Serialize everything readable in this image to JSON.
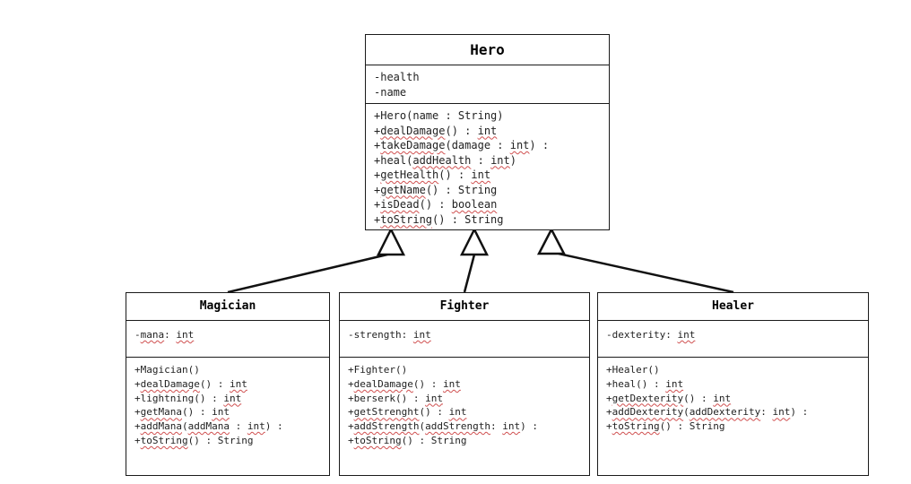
{
  "diagram": {
    "hero": {
      "name": "Hero",
      "attributes": [
        [
          {
            "t": "-health"
          }
        ],
        [
          {
            "t": "-name"
          }
        ]
      ],
      "methods": [
        [
          {
            "t": "+Hero(name : String)"
          }
        ],
        [
          {
            "t": "+"
          },
          {
            "t": "dealDamage",
            "sq": true
          },
          {
            "t": "() : "
          },
          {
            "t": "int",
            "sq": true
          }
        ],
        [
          {
            "t": "+"
          },
          {
            "t": "takeDamage",
            "sq": true
          },
          {
            "t": "(damage : "
          },
          {
            "t": "int",
            "sq": true
          },
          {
            "t": ") :"
          }
        ],
        [
          {
            "t": "+heal("
          },
          {
            "t": "addHealth",
            "sq": true
          },
          {
            "t": " : "
          },
          {
            "t": "int",
            "sq": true
          },
          {
            "t": ")"
          }
        ],
        [
          {
            "t": "+"
          },
          {
            "t": "getHealth",
            "sq": true
          },
          {
            "t": "() : "
          },
          {
            "t": "int",
            "sq": true
          }
        ],
        [
          {
            "t": "+"
          },
          {
            "t": "getName",
            "sq": true
          },
          {
            "t": "() : String"
          }
        ],
        [
          {
            "t": "+"
          },
          {
            "t": "isDead",
            "sq": true
          },
          {
            "t": "() : "
          },
          {
            "t": "boolean",
            "sq": true
          }
        ],
        [
          {
            "t": "+"
          },
          {
            "t": "toString",
            "sq": true
          },
          {
            "t": "() : String"
          }
        ]
      ]
    },
    "magician": {
      "name": "Magician",
      "attributes": [
        [
          {
            "t": "-"
          },
          {
            "t": "mana",
            "sq": true
          },
          {
            "t": ": "
          },
          {
            "t": "int",
            "sq": true
          }
        ]
      ],
      "methods": [
        [
          {
            "t": "+Magician()"
          }
        ],
        [
          {
            "t": "+"
          },
          {
            "t": "dealDamage",
            "sq": true
          },
          {
            "t": "() : "
          },
          {
            "t": "int",
            "sq": true
          }
        ],
        [
          {
            "t": "+lightning() : "
          },
          {
            "t": "int",
            "sq": true
          }
        ],
        [
          {
            "t": "+"
          },
          {
            "t": "getMana",
            "sq": true
          },
          {
            "t": "() : "
          },
          {
            "t": "int",
            "sq": true
          }
        ],
        [
          {
            "t": "+"
          },
          {
            "t": "addMana",
            "sq": true
          },
          {
            "t": "("
          },
          {
            "t": "addMana",
            "sq": true
          },
          {
            "t": " : "
          },
          {
            "t": "int",
            "sq": true
          },
          {
            "t": ") :"
          }
        ],
        [
          {
            "t": "+"
          },
          {
            "t": "toString",
            "sq": true
          },
          {
            "t": "() : String"
          }
        ]
      ]
    },
    "fighter": {
      "name": "Fighter",
      "attributes": [
        [
          {
            "t": "-strength: "
          },
          {
            "t": "int",
            "sq": true
          }
        ]
      ],
      "methods": [
        [
          {
            "t": "+Fighter()"
          }
        ],
        [
          {
            "t": "+"
          },
          {
            "t": "dealDamage",
            "sq": true
          },
          {
            "t": "() : "
          },
          {
            "t": "int",
            "sq": true
          }
        ],
        [
          {
            "t": "+berserk() : "
          },
          {
            "t": "int",
            "sq": true
          }
        ],
        [
          {
            "t": "+"
          },
          {
            "t": "getStrenght",
            "sq": true
          },
          {
            "t": "() : "
          },
          {
            "t": "int",
            "sq": true
          }
        ],
        [
          {
            "t": "+"
          },
          {
            "t": "addStrength",
            "sq": true
          },
          {
            "t": "("
          },
          {
            "t": "addStrength",
            "sq": true
          },
          {
            "t": ": "
          },
          {
            "t": "int",
            "sq": true
          },
          {
            "t": ") :"
          }
        ],
        [
          {
            "t": "+"
          },
          {
            "t": "toString",
            "sq": true
          },
          {
            "t": "() : String"
          }
        ]
      ]
    },
    "healer": {
      "name": "Healer",
      "attributes": [
        [
          {
            "t": "-dexterity: "
          },
          {
            "t": "int",
            "sq": true
          }
        ]
      ],
      "methods": [
        [
          {
            "t": "+Healer()"
          }
        ],
        [
          {
            "t": "+heal() : "
          },
          {
            "t": "int",
            "sq": true
          }
        ],
        [
          {
            "t": "+"
          },
          {
            "t": "getDexterity",
            "sq": true
          },
          {
            "t": "() : "
          },
          {
            "t": "int",
            "sq": true
          }
        ],
        [
          {
            "t": "+"
          },
          {
            "t": "addDexterity",
            "sq": true
          },
          {
            "t": "("
          },
          {
            "t": "addDexterity",
            "sq": true
          },
          {
            "t": ": "
          },
          {
            "t": "int",
            "sq": true
          },
          {
            "t": ") :"
          }
        ],
        [
          {
            "t": "+"
          },
          {
            "t": "toString",
            "sq": true
          },
          {
            "t": "() : String"
          }
        ]
      ]
    },
    "relations": [
      {
        "type": "inheritance",
        "from": "magician",
        "to": "hero"
      },
      {
        "type": "inheritance",
        "from": "fighter",
        "to": "hero"
      },
      {
        "type": "inheritance",
        "from": "healer",
        "to": "hero"
      }
    ]
  }
}
